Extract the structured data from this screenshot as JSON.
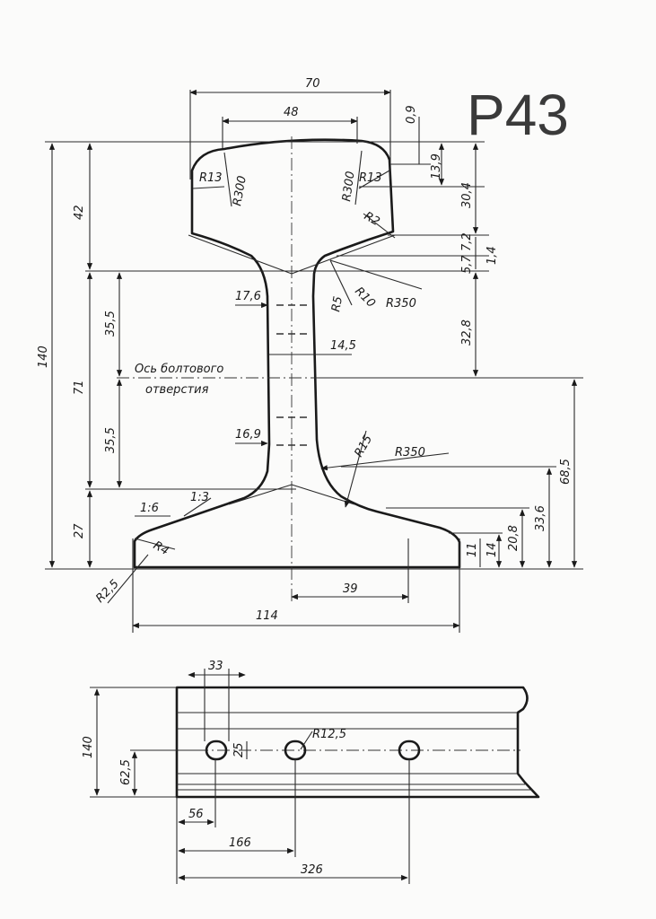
{
  "title": "Р43",
  "cross_section": {
    "head_width": "70",
    "head_top_width": "48",
    "crown_drop": "0,9",
    "head_height": "42",
    "total_height": "140",
    "web_height": "71",
    "half_web_upper": "35,5",
    "half_web_lower": "35,5",
    "base_height": "27",
    "base_width": "114",
    "half_base": "39",
    "r13_left": "R13",
    "r300_left": "R300",
    "r300_right": "R300",
    "r13_right": "R13",
    "r2": "R2",
    "r5": "R5",
    "r10": "R10",
    "r350_upper": "R350",
    "r15": "R15",
    "r350_lower": "R350",
    "r4": "R4",
    "r25": "R2,5",
    "d_13_9": "13,9",
    "d_30_4": "30,4",
    "d_7_2": "7,2",
    "d_1_4": "1,4",
    "d_5_7": "5,7",
    "d_32_8": "32,8",
    "d_68_5": "68,5",
    "d_33_6": "33,6",
    "d_20_8": "20,8",
    "d_14": "14",
    "d_11": "11",
    "web_17_6": "17,6",
    "web_14_5": "14,5",
    "web_16_9": "16,9",
    "slope_1_6": "1:6",
    "slope_1_3": "1:3",
    "bolt_axis_line1": "Ось болтового",
    "bolt_axis_line2": "отверстия"
  },
  "side_view": {
    "d_33": "33",
    "d_25": "25",
    "r12_5": "R12,5",
    "height": "140",
    "hole_height": "62,5",
    "d_56": "56",
    "d_166": "166",
    "d_326": "326"
  }
}
